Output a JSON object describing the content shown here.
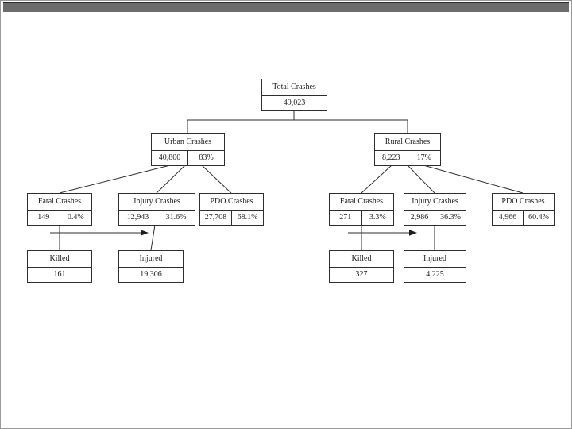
{
  "page": {
    "top_bar_color": "#6b6b6b",
    "background": "#ffffff",
    "line_color": "#2e2e2e"
  },
  "nodes": {
    "total": {
      "title": "Total Crashes",
      "value": "49,023"
    },
    "urban": {
      "title": "Urban Crashes",
      "value": "40,800",
      "percent": "83%"
    },
    "rural": {
      "title": "Rural Crashes",
      "value": "8,223",
      "percent": "17%"
    },
    "urban_fatal": {
      "title": "Fatal Crashes",
      "value": "149",
      "percent": "0.4%"
    },
    "urban_injury": {
      "title": "Injury Crashes",
      "value": "12,943",
      "percent": "31.6%"
    },
    "urban_pdo": {
      "title": "PDO Crashes",
      "value": "27,708",
      "percent": "68.1%"
    },
    "rural_fatal": {
      "title": "Fatal Crashes",
      "value": "271",
      "percent": "3.3%"
    },
    "rural_injury": {
      "title": "Injury Crashes",
      "value": "2,986",
      "percent": "36.3%"
    },
    "rural_pdo": {
      "title": "PDO Crashes",
      "value": "4,966",
      "percent": "60.4%"
    },
    "urban_killed": {
      "title": "Killed",
      "value": "161"
    },
    "urban_injured": {
      "title": "Injured",
      "value": "19,306"
    },
    "rural_killed": {
      "title": "Killed",
      "value": "327"
    },
    "rural_injured": {
      "title": "Injured",
      "value": "4,225"
    }
  }
}
